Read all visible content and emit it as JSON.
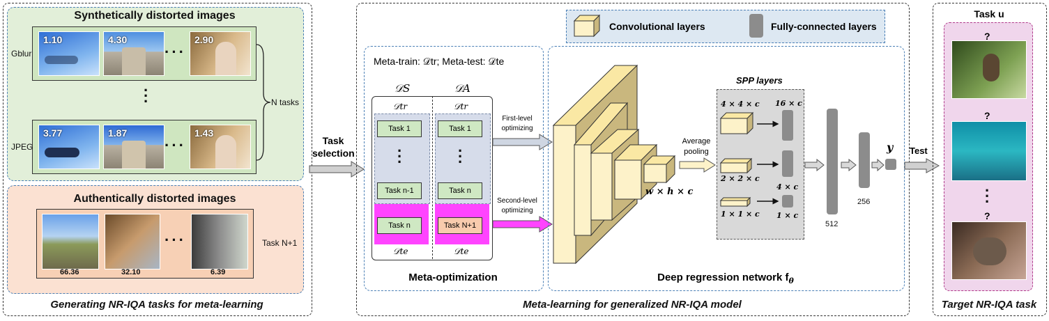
{
  "left": {
    "synth_title": "Synthetically distorted images",
    "row1_label": "Gblur",
    "row2_label": "JPEG",
    "row1_scores": [
      "1.10",
      "4.30",
      "2.90"
    ],
    "row2_scores": [
      "3.77",
      "1.87",
      "1.43"
    ],
    "n_tasks": "N tasks",
    "auth_title": "Authentically distorted images",
    "auth_scores": [
      "66.36",
      "32.10",
      "6.39"
    ],
    "auth_task": "Task N+1",
    "caption": "Generating NR-IQA tasks for meta-learning"
  },
  "arrows": {
    "task_selection": "Task selection",
    "test": "Test",
    "first_level": "First-level optimizing",
    "second_level": "Second-level optimizing"
  },
  "meta": {
    "header": "Meta-train: 𝒟tr; Meta-test: 𝒟te",
    "ds": "𝒟S",
    "da": "𝒟A",
    "dtr": "𝒟tr",
    "dte": "𝒟te",
    "s_tasks": [
      "Task 1",
      "Task n-1",
      "Task n"
    ],
    "a_tasks": [
      "Task 1",
      "Task n",
      "Task N+1"
    ],
    "caption": "Meta-optimization"
  },
  "network": {
    "legend_conv": "Convolutional layers",
    "legend_fc": "Fully-connected layers",
    "spp_title": "SPP layers",
    "avg_pool": "Average pooling",
    "whc": "w × h × c",
    "spp_in": [
      "4 × 4 × c",
      "2 × 2 × c",
      "1 × 1 × c"
    ],
    "spp_out": [
      "16 × c",
      "4 × c",
      "1 × c"
    ],
    "fc_512": "512",
    "fc_256": "256",
    "y": "y",
    "caption": "Deep regression network f",
    "caption_sub": "θ"
  },
  "middle_caption": "Meta-learning for generalized NR-IQA model",
  "right": {
    "task_u": "Task u",
    "q": "?",
    "caption": "Target NR-IQA task"
  },
  "colors": {
    "green_bg": "#e2efd9",
    "orange_bg": "#fbe1d2",
    "pink_bg": "#f0d6ec",
    "magenta": "#ff44ff",
    "gray_bg": "#d9d9d9",
    "task_green": "#cfe8c3",
    "task_orange": "#f8cbad",
    "conv_face": "#fdf2c9",
    "fc_gray": "#8c8c8c"
  }
}
